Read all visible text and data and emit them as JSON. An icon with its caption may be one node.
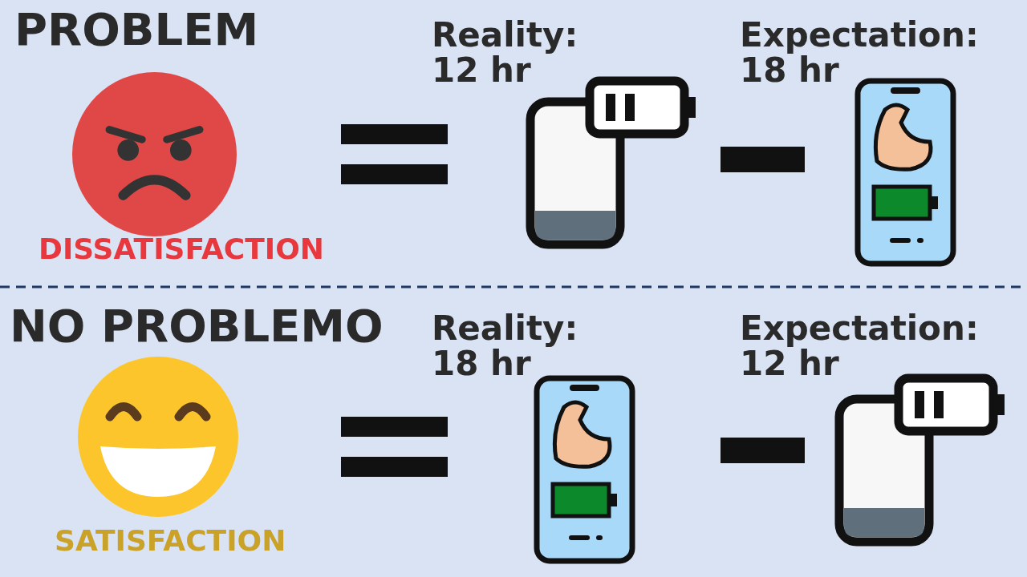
{
  "diagram": {
    "labels": [
      "PROBLEM",
      "Reality: 12 hr",
      "Expectation: 18 hr",
      "DISSATISFACTION",
      "NO PROBLEMO",
      "Reality: 18 hr",
      "Expectation: 12 hr",
      "SATISFACTION"
    ]
  }
}
